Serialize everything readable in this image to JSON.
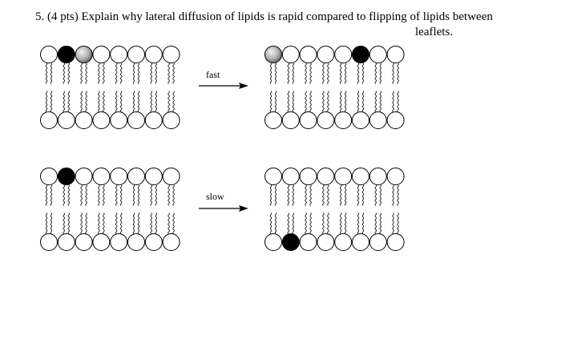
{
  "question": {
    "line1": "5. (4 pts) Explain why lateral diffusion of lipids is rapid compared to flipping of lipids between",
    "line2": "leaflets."
  },
  "arrows": {
    "fast_label": "fast",
    "slow_label": "slow"
  },
  "colors": {
    "black_head": "#000000",
    "white_head": "#ffffff",
    "gray_head_light": "#f2f2f2",
    "gray_head_dark": "#6f6f6f"
  },
  "bilayers": [
    {
      "id": "lateral-before",
      "heads_per_leaflet": 8,
      "top_leaflet": [
        "white",
        "black",
        "gray",
        "white",
        "white",
        "white",
        "white",
        "white"
      ],
      "bottom_leaflet": [
        "white",
        "white",
        "white",
        "white",
        "white",
        "white",
        "white",
        "white"
      ]
    },
    {
      "id": "lateral-after",
      "heads_per_leaflet": 8,
      "top_leaflet": [
        "gray",
        "white",
        "white",
        "white",
        "white",
        "black",
        "white",
        "white"
      ],
      "bottom_leaflet": [
        "white",
        "white",
        "white",
        "white",
        "white",
        "white",
        "white",
        "white"
      ]
    },
    {
      "id": "flip-before",
      "heads_per_leaflet": 8,
      "top_leaflet": [
        "white",
        "black",
        "white",
        "white",
        "white",
        "white",
        "white",
        "white"
      ],
      "bottom_leaflet": [
        "white",
        "white",
        "white",
        "white",
        "white",
        "white",
        "white",
        "white"
      ]
    },
    {
      "id": "flip-after",
      "heads_per_leaflet": 8,
      "top_leaflet": [
        "white",
        "white",
        "white",
        "white",
        "white",
        "white",
        "white",
        "white"
      ],
      "bottom_leaflet": [
        "white",
        "black",
        "white",
        "white",
        "white",
        "white",
        "white",
        "white"
      ]
    }
  ]
}
